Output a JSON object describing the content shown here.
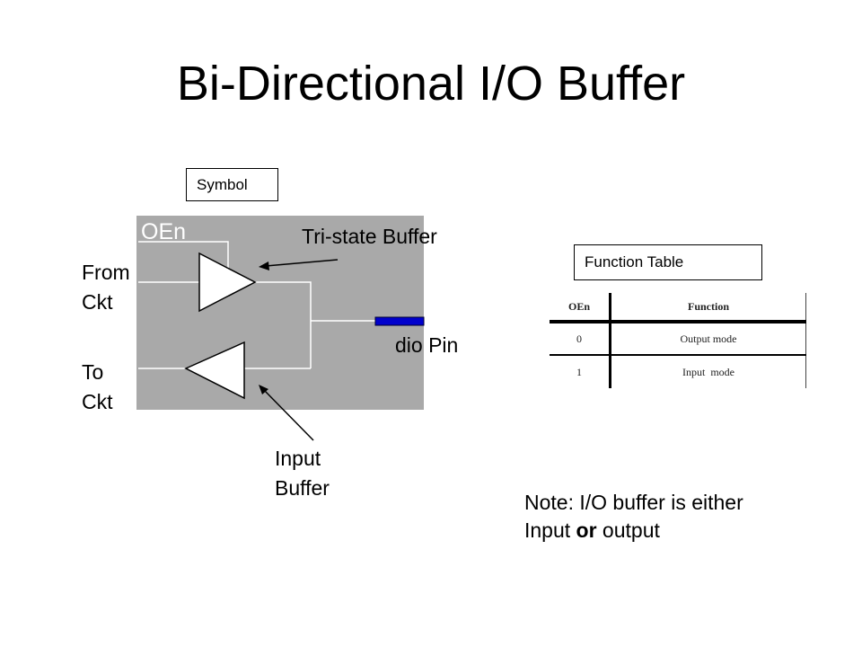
{
  "title": "Bi-Directional I/O Buffer",
  "symbol_label": "Symbol",
  "function_table_label": "Function Table",
  "circuit": {
    "oen_label": "OEn",
    "from_ckt": [
      "From",
      "Ckt"
    ],
    "to_ckt": [
      "To",
      "Ckt"
    ],
    "tristate_label": "Tri-state Buffer",
    "dio_label": "dio Pin",
    "input_buffer_label": [
      "Input",
      "Buffer"
    ],
    "colors": {
      "panel": "#a9a9a9",
      "pin": "#0000cc",
      "wire": "#ffffff"
    }
  },
  "table": {
    "headers": [
      "OEn",
      "Function"
    ],
    "rows": [
      [
        "0",
        "Output mode"
      ],
      [
        "1",
        "Input  mode"
      ]
    ]
  },
  "note": {
    "line1": "Note: I/O buffer is either",
    "line2_pre": "Input ",
    "line2_bold": "or",
    "line2_post": " output"
  }
}
